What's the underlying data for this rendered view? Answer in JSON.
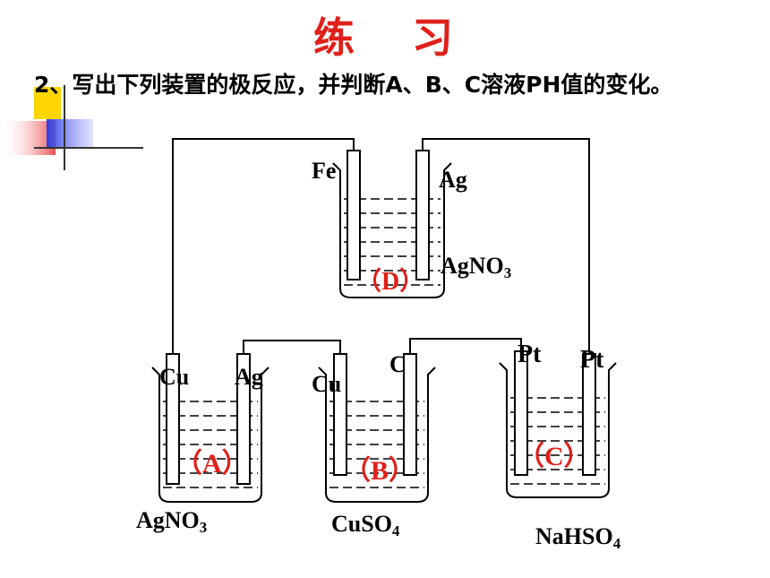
{
  "title": [
    "练",
    "习"
  ],
  "question": "2、写出下列装置的极反应，并判断A、B、C溶液PH值的变化。",
  "cell_d": {
    "left_electrode": "Fe",
    "right_electrode": "Ag",
    "solution_formula": "AgNO",
    "solution_subscript": "3",
    "tag": "（D）"
  },
  "cell_a": {
    "left_electrode": "Cu",
    "right_electrode": "Ag",
    "solution_formula": "AgNO",
    "solution_subscript": "3",
    "tag": "（A）"
  },
  "cell_b": {
    "left_electrode": "Cu",
    "right_electrode": "C",
    "solution_formula": "CuSO",
    "solution_subscript": "4",
    "tag": "（B）"
  },
  "cell_c": {
    "left_electrode": "Pt",
    "right_electrode": "Pt",
    "solution_formula": "NaHSO",
    "solution_subscript": "4",
    "tag": "（C）"
  },
  "colors": {
    "title": "#e0201a",
    "tag": "#e0201a",
    "line": "#000000",
    "deco_yellow": "#ffd500",
    "deco_blue": "#2f3fe0",
    "deco_red": "#e85050"
  }
}
